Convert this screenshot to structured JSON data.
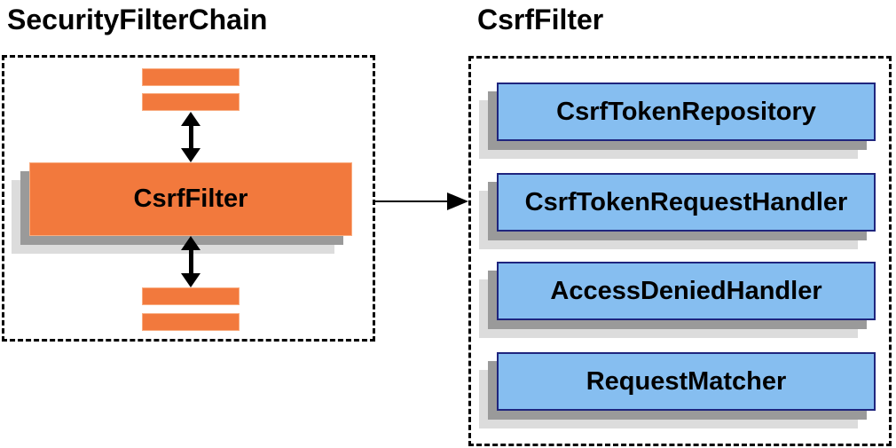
{
  "left_panel": {
    "title": "SecurityFilterChain",
    "csrf_filter_label": "CsrfFilter"
  },
  "right_panel": {
    "title": "CsrfFilter",
    "components": [
      {
        "label": "CsrfTokenRepository"
      },
      {
        "label": "CsrfTokenRequestHandler"
      },
      {
        "label": "AccessDeniedHandler"
      },
      {
        "label": "RequestMatcher"
      }
    ]
  },
  "colors": {
    "orange_fill": "#F2793D",
    "orange_border": "#F9AC80",
    "blue_fill": "#86BEF0",
    "blue_border": "#1F257E",
    "shadow_dark": "#9A9A9A",
    "shadow_light": "#DCDCDC",
    "border_black": "#000000"
  }
}
